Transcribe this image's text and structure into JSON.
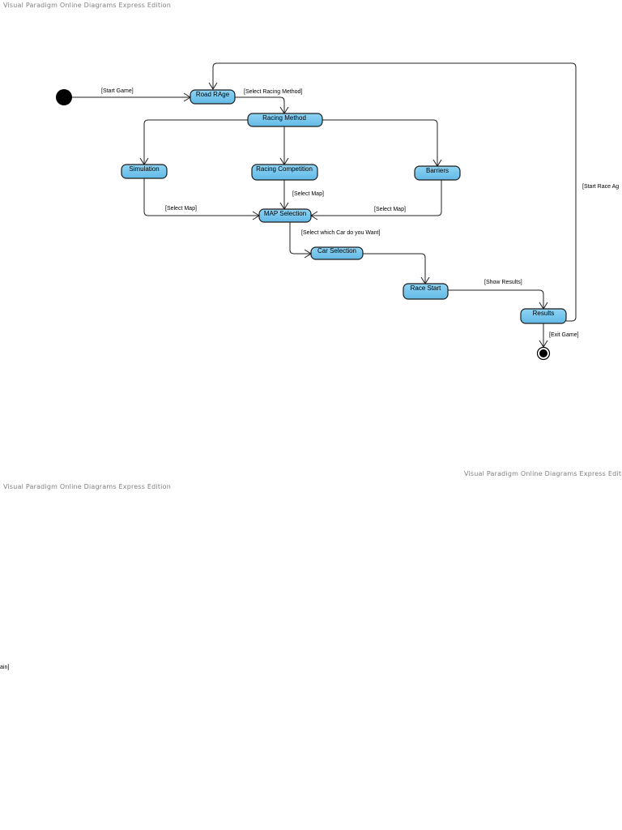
{
  "watermarks": {
    "page1_top": "Visual Paradigm Online Diagrams Express Edition",
    "page1_bottom": "Visual Paradigm Online Diagrams Express Edition",
    "page2_top": "Visual Paradigm Online Diagrams Express Edition"
  },
  "states": {
    "road_rage": "Road RAge",
    "racing_method": "Racing Method",
    "simulation": "Simulation",
    "racing_competition": "Racing Competition",
    "barriers": "Barriers",
    "map_selection": "MAP Selection",
    "car_selection": "Car Selection",
    "race_start": "Race Start",
    "results": "Results"
  },
  "guards": {
    "start_game": "[Start Game]",
    "select_racing_method": "[Select Racing Method]",
    "select_map_left": "[Select Map]",
    "select_map_center": "[Select Map]",
    "select_map_right": "[Select Map]",
    "select_car": "[Select which Car do you Want]",
    "show_results": "[Show Results]",
    "exit_game": "[Exit Game]",
    "start_race_again_part1": "[Start Race Ag",
    "start_race_again_part2": "ain]"
  }
}
